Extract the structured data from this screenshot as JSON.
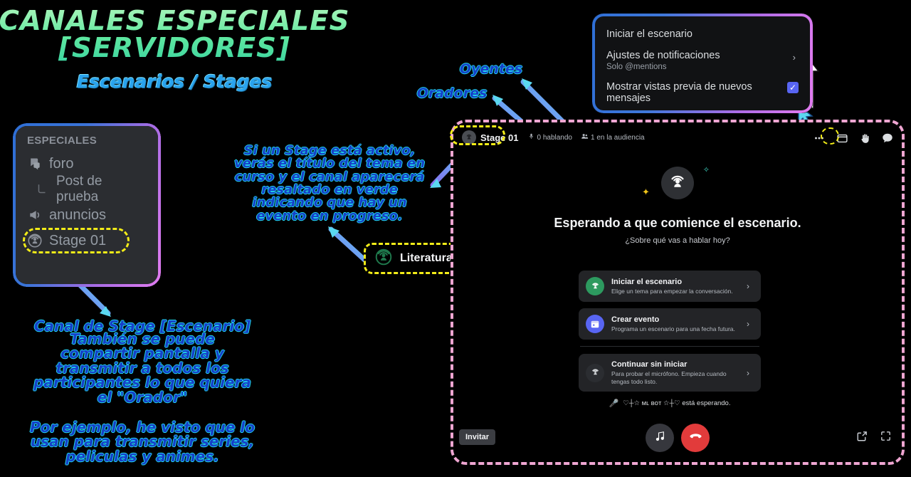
{
  "headline": {
    "line1": "CANALES ESPECIALES",
    "line2": "[SERVIDORES]",
    "subtitle": "Escenarios / Stages"
  },
  "annotations": {
    "oyentes": "Oyentes",
    "oradores": "Oradores",
    "stage_active": "Si un Stage está activo,\nverás el título del tema en\ncurso y el canal aparecerá\nresaltado en verde\nindicando que hay un\nevento en progreso.",
    "canal_title": "Canal de Stage [Escenario]",
    "canal_body": "También se puede\ncompartir pantalla y\ntransmitir a todos los\nparticipantes lo que quiera\nel \"Orador\"",
    "ejemplo": "Por ejemplo, he visto que lo\nusan para transmitir series,\npeliculas y animes."
  },
  "sidebar": {
    "category": "ESPECIALES",
    "items": [
      {
        "label": "foro",
        "icon": "forum-icon",
        "indent": false
      },
      {
        "label": "Post de prueba",
        "icon": "thread-icon",
        "indent": true
      },
      {
        "label": "anuncios",
        "icon": "announcement-icon",
        "indent": false
      },
      {
        "label": "Stage 01",
        "icon": "stage-icon",
        "indent": false
      }
    ]
  },
  "context_menu": {
    "items": [
      {
        "label": "Iniciar el escenario",
        "sub": "",
        "type": "plain"
      },
      {
        "label": "Ajustes de notificaciones",
        "sub": "Solo @mentions",
        "type": "submenu"
      },
      {
        "label": "Mostrar vistas previa de nuevos mensajes",
        "sub": "",
        "type": "checkbox",
        "checked": true
      }
    ]
  },
  "topic_pill": {
    "label": "Literatura oriental",
    "icon": "stage-icon-green"
  },
  "stage_window": {
    "header": {
      "title": "Stage 01",
      "speaking": "0 hablando",
      "audience": "1 en la audiencia",
      "icons": [
        "ellipsis-icon",
        "popout-window-icon",
        "raise-hand-icon",
        "chat-bubble-icon"
      ]
    },
    "empty_state": {
      "title": "Esperando a que comience el escenario.",
      "subtitle": "¿Sobre qué vas a hablar hoy?"
    },
    "cards": [
      {
        "title": "Iniciar el escenario",
        "desc": "Elige un tema para empezar la conversación.",
        "icon": "stage-icon",
        "accent": "#2d9a5f"
      },
      {
        "title": "Crear evento",
        "desc": "Programa un escenario para una fecha futura.",
        "icon": "calendar-icon",
        "accent": "#5865f2"
      },
      {
        "title": "Continuar sin iniciar",
        "desc": "Para probar el micrófono. Empieza cuando tengas todo listo.",
        "icon": "stage-icon",
        "accent": "#2b2d31"
      }
    ],
    "waiting_text": "♡┼☆ ᴍʟ ʙᴏᴛ ☆┼♡ está esperando.",
    "waiting_emoji": "🎤",
    "bottom": {
      "invite_label": "Invitar",
      "soundboard_icon": "music-note-icon",
      "hangup_icon": "hangup-icon",
      "popout_icon": "popout-icon",
      "fullscreen_icon": "fullscreen-icon"
    }
  },
  "colors": {
    "accent_green": "#5fe8a0",
    "accent_blue": "#29a3ee",
    "note_blue": "#1640c8",
    "note_outline": "#21d7f0",
    "highlight_yellow": "#f2ec18",
    "window_border_pink": "#efa6d2",
    "discord_blurple": "#5865f2",
    "hangup_red": "#e23b3b"
  }
}
